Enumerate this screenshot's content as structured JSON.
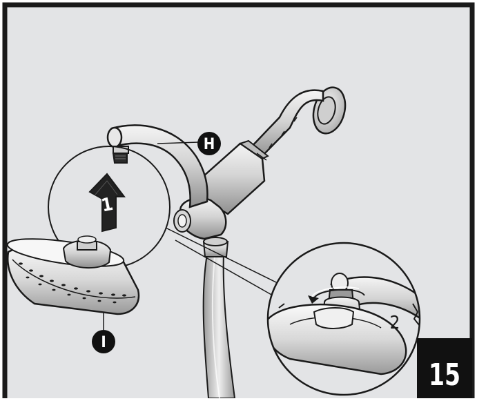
{
  "callouts": {
    "h_label": "H",
    "i_label": "I"
  },
  "steps": {
    "step1_label": "1",
    "step2_label": "2"
  },
  "step_badge": {
    "number": "15"
  },
  "colors": {
    "background": "#e3e4e6",
    "frame": "#1a1a1a",
    "callout_fill": "#111111",
    "badge_fill": "#111111",
    "badge_text": "#ffffff",
    "metal_light": "#f2f2f2",
    "metal_mid": "#c9c9c9",
    "metal_dark": "#8a8a8a",
    "line": "#1a1a1a"
  }
}
